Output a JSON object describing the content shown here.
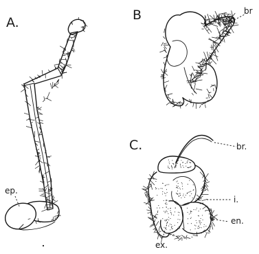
{
  "panels": {
    "a": {
      "letter": "A.",
      "labels": {
        "ep": "ep."
      }
    },
    "b": {
      "letter": "B",
      "labels": {
        "br": "br"
      }
    },
    "c": {
      "letter": "C.",
      "labels": {
        "br": "br.",
        "i": "i.",
        "en": "en.",
        "ex": "ex."
      }
    }
  },
  "colors": {
    "ink": "#1a1a1a",
    "background": "#ffffff"
  }
}
